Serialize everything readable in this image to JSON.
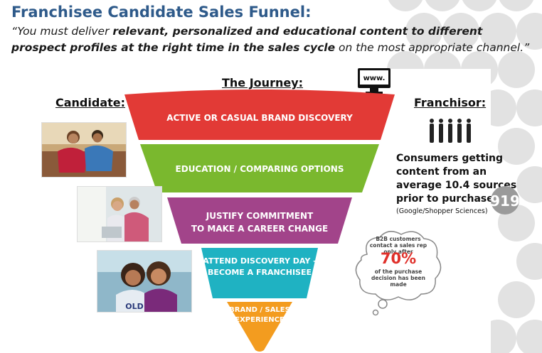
{
  "header": {
    "title": "Franchisee Candidate Sales Funnel:",
    "quote_parts": [
      {
        "text": "“You must deliver ",
        "style": "it"
      },
      {
        "text": "relevant, personalized and educational content to different prospect profiles at the right time in the sales cycle",
        "style": "b"
      },
      {
        "text": " on the most appropriate channel.”",
        "style": "it"
      }
    ]
  },
  "columns": {
    "candidate": "Candidate:",
    "journey": "The Journey:",
    "franchisor": "Franchisor:"
  },
  "funnel": {
    "stages": [
      {
        "label": "ACTIVE OR CASUAL BRAND DISCOVERY",
        "color": "#e23a36"
      },
      {
        "label": "EDUCATION / COMPARING OPTIONS",
        "color": "#7ab82e"
      },
      {
        "label": "JUSTIFY COMMITMENT\nTO MAKE A CAREER CHANGE",
        "color": "#a2448a"
      },
      {
        "label": "ATTEND DISCOVERY DAY -\nBECOME A FRANCHISEE",
        "color": "#1fb2c2"
      },
      {
        "label": "BRAND / SALES\nEXPERIENCE",
        "color": "#f39c1f"
      }
    ]
  },
  "icons": {
    "www": "www."
  },
  "stat": {
    "lines": [
      "Consumers getting",
      "content from an",
      "average 10.4 sources",
      "prior to purchase."
    ],
    "source": "(Google/Shopper Sciences)"
  },
  "cloud": {
    "top_text": "B2B customers contact a sales rep only after",
    "percent": "70%",
    "bottom_text": "of the purchase decision has been made"
  },
  "logo": "919"
}
